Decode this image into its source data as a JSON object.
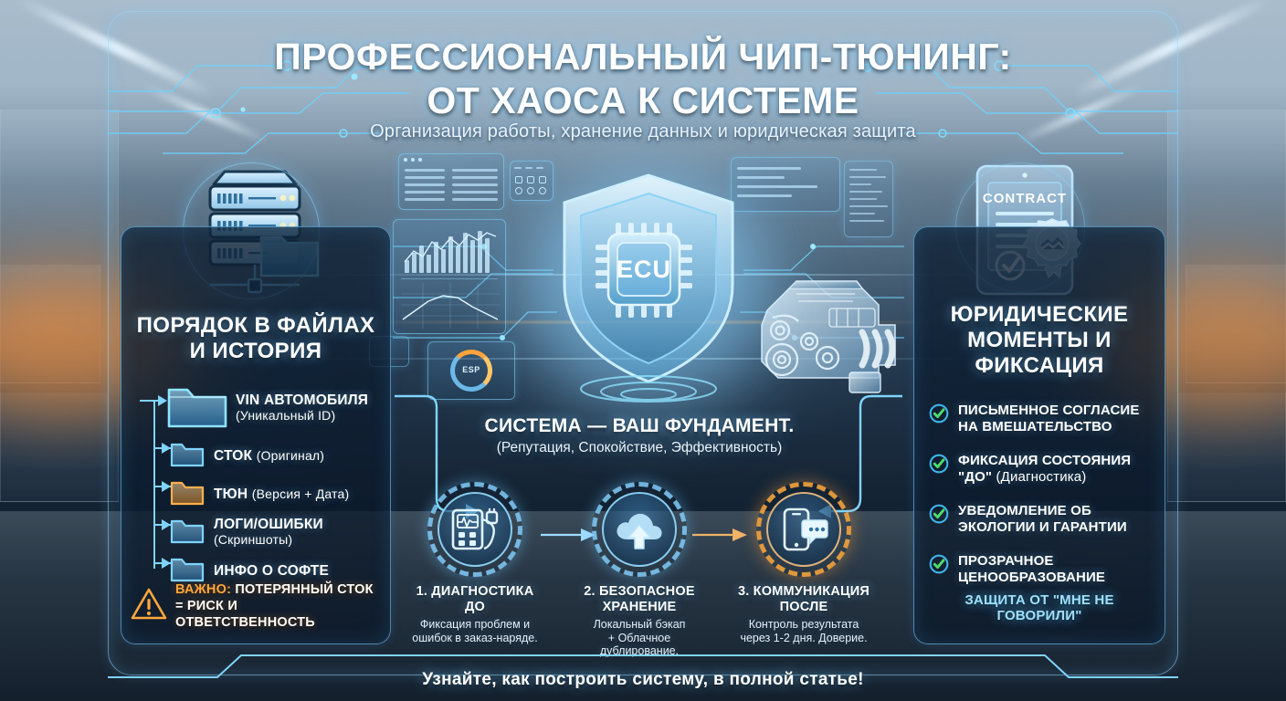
{
  "header": {
    "title_line1": "ПРОФЕССИОНАЛЬНЫЙ ЧИП-ТЮНИНГ:",
    "title_line2": "ОТ ХАОСА К СИСТЕМЕ",
    "subtitle": "Организация работы, хранение данных и юридическая защита"
  },
  "left_panel": {
    "heading_line1": "ПОРЯДОК В ФАЙЛАХ",
    "heading_line2": "И ИСТОРИЯ",
    "root": {
      "label": "VIN АВТОМОБИЛЯ",
      "sub": "(Уникальный ID)",
      "icon": "folder-open-icon",
      "color": "#7fd4ff"
    },
    "items": [
      {
        "label": "СТОК",
        "note": "(Оригинал)",
        "icon": "folder-icon",
        "color": "#7fd4ff"
      },
      {
        "label": "ТЮН",
        "note": "(Версия + Дата)",
        "icon": "folder-icon",
        "color": "#ffb04d"
      },
      {
        "label": "ЛОГИ/ОШИБКИ",
        "note": "(Скриншоты)",
        "icon": "folder-icon",
        "color": "#7fd4ff",
        "note_below": true
      },
      {
        "label": "ИНФО О СОФТЕ",
        "note": "",
        "icon": "folder-icon",
        "color": "#7fd4ff"
      }
    ],
    "warning": {
      "icon": "warning-triangle-icon",
      "highlight": "ВАЖНО:",
      "line1_rest": " ПОТЕРЯННЫЙ СТОК",
      "line2": "= РИСК И ОТВЕТСТВЕННОСТЬ",
      "color": "#ffa73c"
    }
  },
  "right_panel": {
    "heading_line1": "ЮРИДИЧЕСКИЕ",
    "heading_line2": "МОМЕНТЫ И",
    "heading_line3": "ФИКСАЦИЯ",
    "document_icon_label": "CONTRACT",
    "items": [
      {
        "icon": "check-circle-icon",
        "line1": "ПИСЬМЕННОЕ СОГЛАСИЕ",
        "line2": "НА ВМЕШАТЕЛЬСТВО",
        "line2_soft": ""
      },
      {
        "icon": "check-circle-icon",
        "line1": "ФИКСАЦИЯ СОСТОЯНИЯ",
        "line2": "\"ДО\" ",
        "line2_soft": "(Диагностика)"
      },
      {
        "icon": "check-circle-icon",
        "line1": "УВЕДОМЛЕНИЕ ОБ",
        "line2": "ЭКОЛОГИИ И ГАРАНТИИ",
        "line2_soft": ""
      },
      {
        "icon": "check-circle-icon",
        "line1": "ПРОЗРАЧНОЕ",
        "line2": "ЦЕНООБРАЗОВАНИЕ",
        "line2_soft": ""
      }
    ],
    "footer": "ЗАЩИТА ОТ \"МНЕ НЕ ГОВОРИЛИ\"",
    "footer_color": "#9fe0ff",
    "check_color": "#4ddc6a",
    "check_ring_color": "#3fb4e8"
  },
  "center": {
    "shield_chip_label": "ECU",
    "claim_line1": "СИСТЕМА — ВАШ ФУНДАМЕНТ.",
    "claim_line2": "(Репутация, Спокойствие, Эффективность)",
    "gauge_label": "ESP",
    "steps": [
      {
        "icon": "diagnostic-scanner-icon",
        "title_line1": "1. ДИАГНОСТИКА",
        "title_line2": "ДО",
        "desc_line1": "Фиксация проблем и",
        "desc_line2": "ошибок в заказ-наряде.",
        "ring_color": "#6fc6f5"
      },
      {
        "icon": "cloud-upload-icon",
        "title_line1": "2. БЕЗОПАСНОЕ",
        "title_line2": "ХРАНЕНИЕ",
        "desc_line1": "Локальный бэкап",
        "desc_line2": "+ Облачное",
        "desc_line3": "дублирование.",
        "ring_color": "#6fc6f5"
      },
      {
        "icon": "phone-chat-icon",
        "title_line1": "3. КОММУНИКАЦИЯ",
        "title_line2": "ПОСЛЕ",
        "desc_line1": "Контроль результата",
        "desc_line2": "через 1-2 дня. Доверие.",
        "ring_color": "#f2a33c"
      }
    ]
  },
  "footer": {
    "cta": "Узнайте, как построить систему, в полной статье!"
  },
  "theme": {
    "accent_blue": "#7fd4ff",
    "accent_orange": "#ffa73c",
    "panel_border": "#78cdff",
    "text_white": "#ffffff"
  }
}
